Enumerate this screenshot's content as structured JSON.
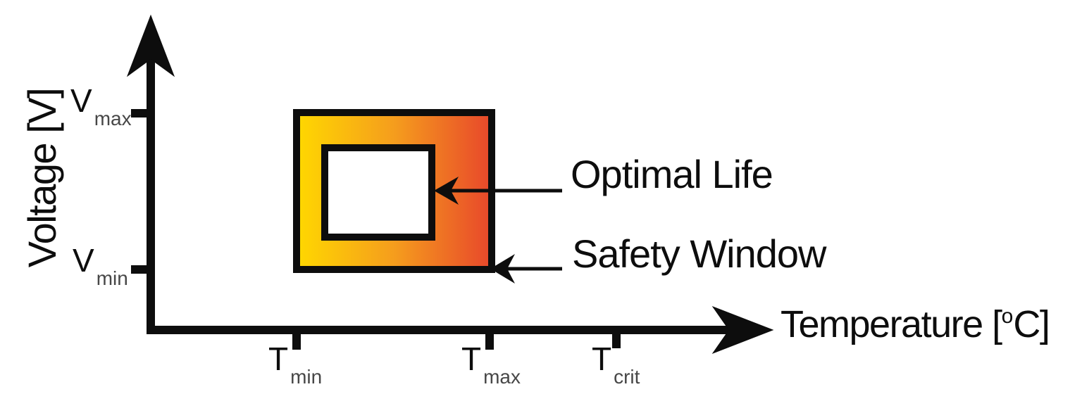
{
  "colors": {
    "ink": "#0d0d0d",
    "gradient_left": "#ffd800",
    "gradient_mid": "#f59d1d",
    "gradient_right": "#e8472b",
    "inner_fill": "#ffffff"
  },
  "y_axis": {
    "title": "Voltage [V]",
    "ticks": [
      {
        "base": "V",
        "sub": "max"
      },
      {
        "base": "V",
        "sub": "min"
      }
    ]
  },
  "x_axis": {
    "title_prefix": "Temperature [",
    "title_sup": "o",
    "title_suffix": "C]",
    "ticks": [
      {
        "base": "T",
        "sub": "min"
      },
      {
        "base": "T",
        "sub": "max"
      },
      {
        "base": "T",
        "sub": "crit"
      }
    ]
  },
  "annotations": {
    "optimal_life": "Optimal Life",
    "safety_window": "Safety Window"
  },
  "chart_data": {
    "type": "diagram",
    "title": "",
    "x_axis": {
      "label": "Temperature [°C]",
      "tick_labels": [
        "T_min",
        "T_max",
        "T_crit"
      ]
    },
    "y_axis": {
      "label": "Voltage [V]",
      "tick_labels": [
        "V_max",
        "V_min"
      ]
    },
    "regions": [
      {
        "name": "Safety Window",
        "x_range": [
          "T_min",
          "T_max"
        ],
        "y_range": [
          "V_min",
          "V_max"
        ],
        "fill": "horizontal gradient yellow to orange-red",
        "border": "thick black"
      },
      {
        "name": "Optimal Life",
        "description": "white inner rectangle nested inside the Safety Window",
        "fill": "white",
        "border": "thick black"
      }
    ],
    "notes": "T_crit tick lies beyond T_max on the temperature axis; qualitative diagram with no numeric values"
  }
}
